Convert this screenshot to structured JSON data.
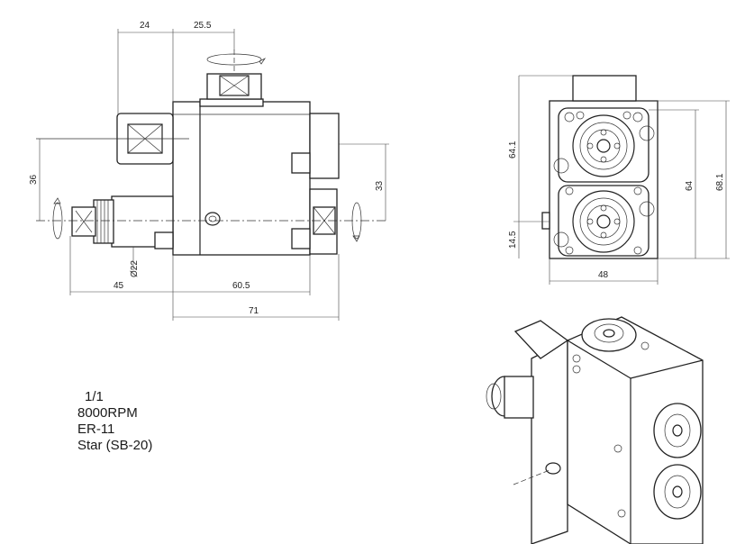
{
  "dimensions": {
    "d24": "24",
    "d25_5": "25.5",
    "d36": "36",
    "d33": "33",
    "d22": "Ø22",
    "d45": "45",
    "d60_5": "60.5",
    "d71": "71",
    "d64_1": "64.1",
    "d64": "64",
    "d68_1": "68.1",
    "d14_5": "14.5",
    "d48": "48"
  },
  "specs": {
    "ratio": "1/1",
    "rpm": "8000RPM",
    "collet": "ER-11",
    "machine": "Star (SB-20)"
  }
}
